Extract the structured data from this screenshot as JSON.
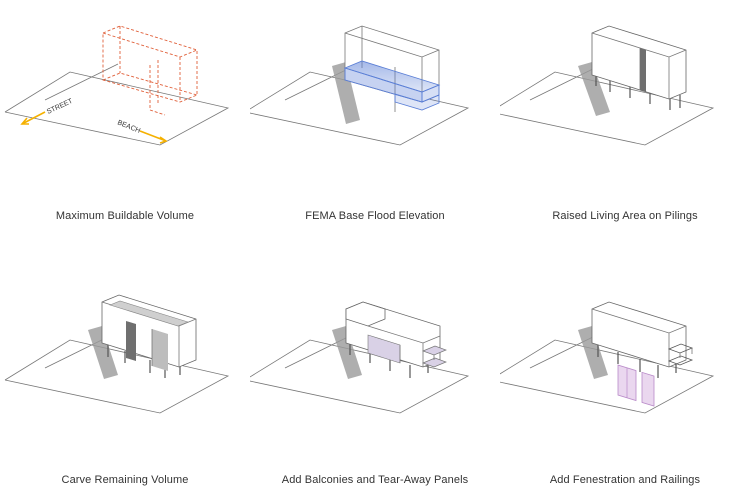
{
  "panels": [
    {
      "caption": "Maximum Buildable Volume"
    },
    {
      "caption": "FEMA Base Flood Elevation"
    },
    {
      "caption": "Raised Living Area on Pilings"
    },
    {
      "caption": "Carve Remaining Volume"
    },
    {
      "caption": "Add Balconies and Tear-Away Panels"
    },
    {
      "caption": "Add Fenestration and Railings"
    }
  ],
  "labels": {
    "street": "STREET",
    "beach": "BEACH"
  },
  "colors": {
    "dashed": "#e0603a",
    "arrow": "#f5b100",
    "flood": "#5b7fd6",
    "accent": "#b98ac9"
  }
}
